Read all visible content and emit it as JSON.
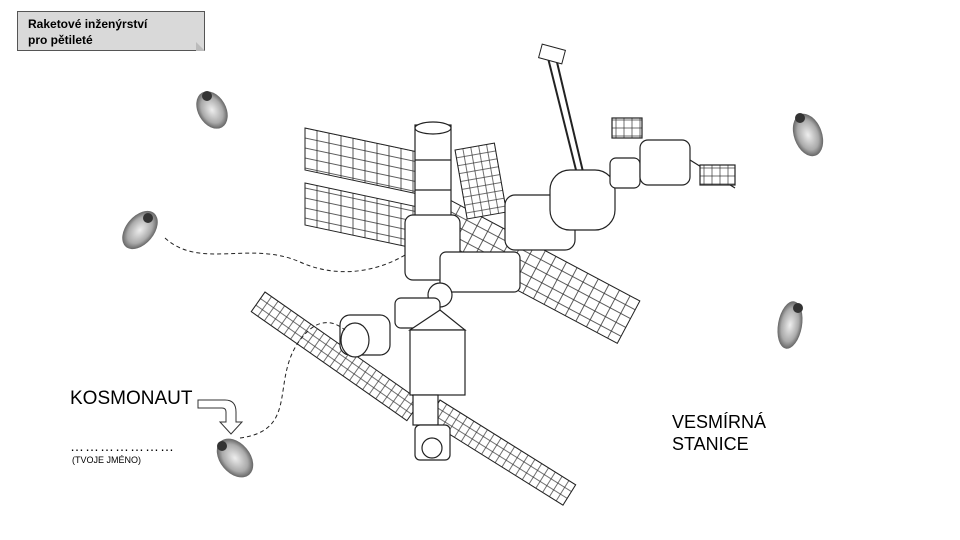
{
  "title_box": {
    "line1": "Raketové inženýrství",
    "line2": "pro pětileté"
  },
  "labels": {
    "kosmonaut": "KOSMONAUT",
    "name_line": "…………………",
    "name_hint": "(TVOJE JMÉNO)",
    "station_line1": "VESMÍRNÁ",
    "station_line2": "STANICE"
  }
}
